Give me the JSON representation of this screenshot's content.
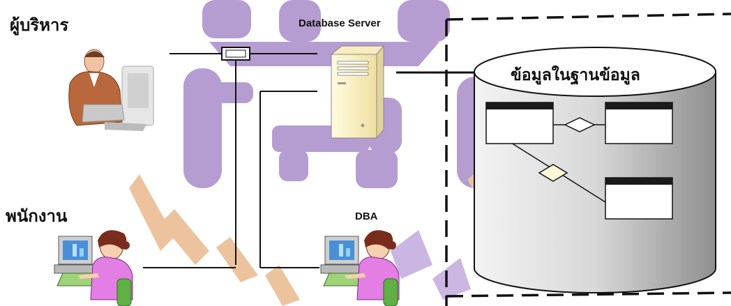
{
  "labels": {
    "executive": "ผู้บริหาร",
    "staff": "พนักงาน",
    "database_server": "Database Server",
    "dba": "DBA",
    "database_content": "ข้อมูลในฐานข้อมูล"
  },
  "icons": {
    "executive": "businessman-at-computer-icon",
    "staff": "woman-at-computer-icon",
    "dba": "woman-at-computer-icon",
    "server": "server-tower-icon",
    "database": "database-cylinder-icon",
    "hub": "network-hub-icon"
  },
  "colors": {
    "watermark": "#a98cc9",
    "watermark_accent": "#e9b98c",
    "server": "#fdf3c2",
    "entity_header": "#1a1a1a"
  }
}
